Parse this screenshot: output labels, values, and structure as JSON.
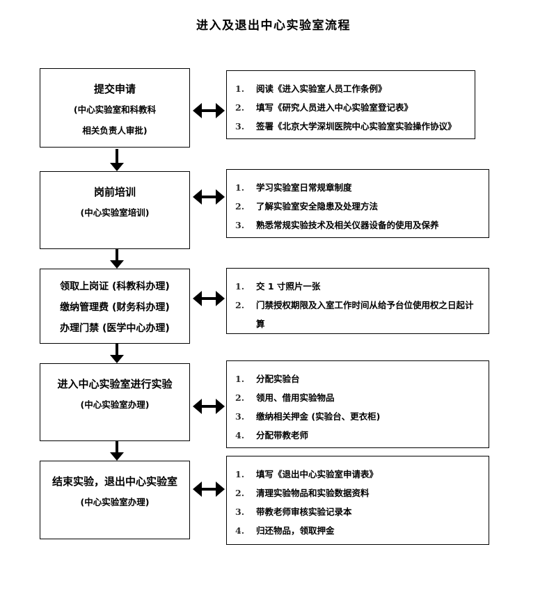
{
  "document": {
    "title": "进入及退出中心实验室流程"
  },
  "flow": {
    "steps": [
      {
        "id": "step-1",
        "left": {
          "lines": [
            "提交申请",
            "(中心实验室和科教科",
            "相关负责人审批)"
          ]
        },
        "right": {
          "items": [
            "阅读《进入实验室人员工作条例》",
            "填写《研究人员进入中心实验室登记表》",
            "签署《北京大学深圳医院中心实验室实验操作协议》"
          ],
          "numbers": [
            "1.",
            "2.",
            "3."
          ]
        }
      },
      {
        "id": "step-2",
        "left": {
          "lines": [
            "岗前培训",
            "(中心实验室培训)"
          ]
        },
        "right": {
          "items": [
            "学习实验室日常规章制度",
            "了解实验室安全隐患及处理方法",
            "熟悉常规实验技术及相关仪器设备的使用及保养"
          ],
          "numbers": [
            "1.",
            "2.",
            "3."
          ]
        }
      },
      {
        "id": "step-3",
        "left": {
          "lines": [
            "领取上岗证 (科教科办理)",
            "缴纳管理费 (财务科办理)",
            "办理门禁 (医学中心办理)"
          ]
        },
        "right": {
          "items": [
            "交 1 寸照片一张",
            "门禁授权期限及入室工作时间从给予台位使用权之日起计算"
          ],
          "numbers": [
            "1.",
            "2."
          ]
        }
      },
      {
        "id": "step-4",
        "left": {
          "lines": [
            "进入中心实验室进行实验",
            "(中心实验室办理)"
          ]
        },
        "right": {
          "items": [
            "分配实验台",
            "领用、借用实验物品",
            "缴纳相关押金 (实验台、更衣柜)",
            "分配带教老师"
          ],
          "numbers": [
            "1.",
            "2.",
            "3.",
            "4."
          ]
        }
      },
      {
        "id": "step-5",
        "left": {
          "lines": [
            "结束实验，退出中心实验室",
            "(中心实验室办理)"
          ]
        },
        "right": {
          "items": [
            "填写《退出中心实验室申请表》",
            "清理实验物品和实验数据资料",
            "带教老师审核实验记录本",
            "归还物品，领取押金"
          ],
          "numbers": [
            "1.",
            "2.",
            "3.",
            "4."
          ]
        }
      }
    ]
  },
  "colors": {
    "stroke": "#000000",
    "background": "#ffffff",
    "text": "#000000"
  }
}
